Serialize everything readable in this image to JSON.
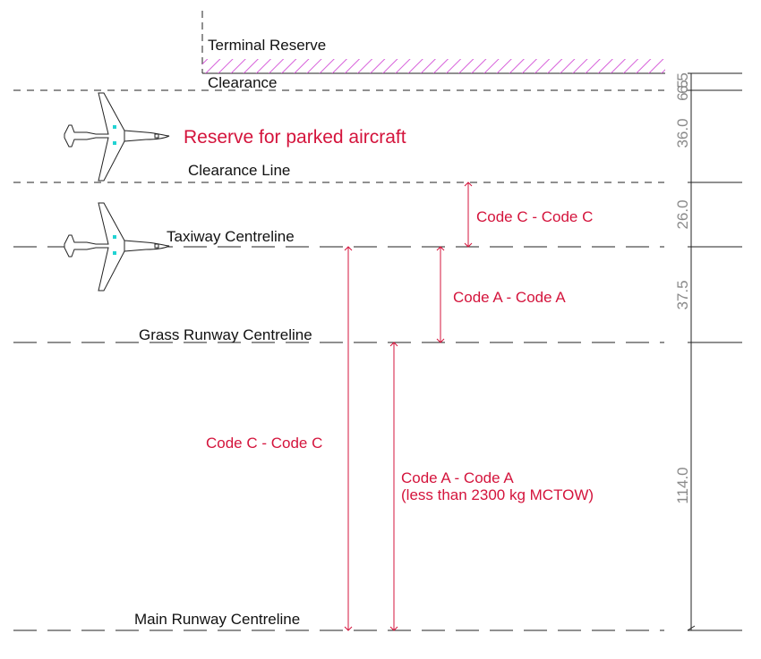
{
  "labels": {
    "terminal_reserve": "Terminal Reserve",
    "clearance": "Clearance",
    "reserve_parked": "Reserve for parked aircraft",
    "clearance_line": "Clearance Line",
    "taxiway_centreline": "Taxiway Centreline",
    "grass_runway_centreline": "Grass Runway Centreline",
    "main_runway_centreline": "Main Runway Centreline"
  },
  "separations": {
    "code_c_taxi_clearance": "Code C - Code C",
    "code_a_grass_taxi": "Code A - Code A",
    "code_c_main_taxi": "Code C - Code C",
    "code_a_main_grass_line1": "Code A - Code A",
    "code_a_main_grass_line2": "(less than 2300 kg MCTOW)"
  },
  "dimensions": {
    "d1": "6.5",
    "d2": "6.5",
    "d3": "36.0",
    "d4": "26.0",
    "d5": "37.5",
    "d6": "114.0"
  },
  "colors": {
    "accent_red": "#d4143c",
    "hatch_magenta": "#d24fd6",
    "light_cyan": "#22d3d3"
  },
  "icons": [
    "aircraft-icon",
    "aircraft-icon"
  ]
}
